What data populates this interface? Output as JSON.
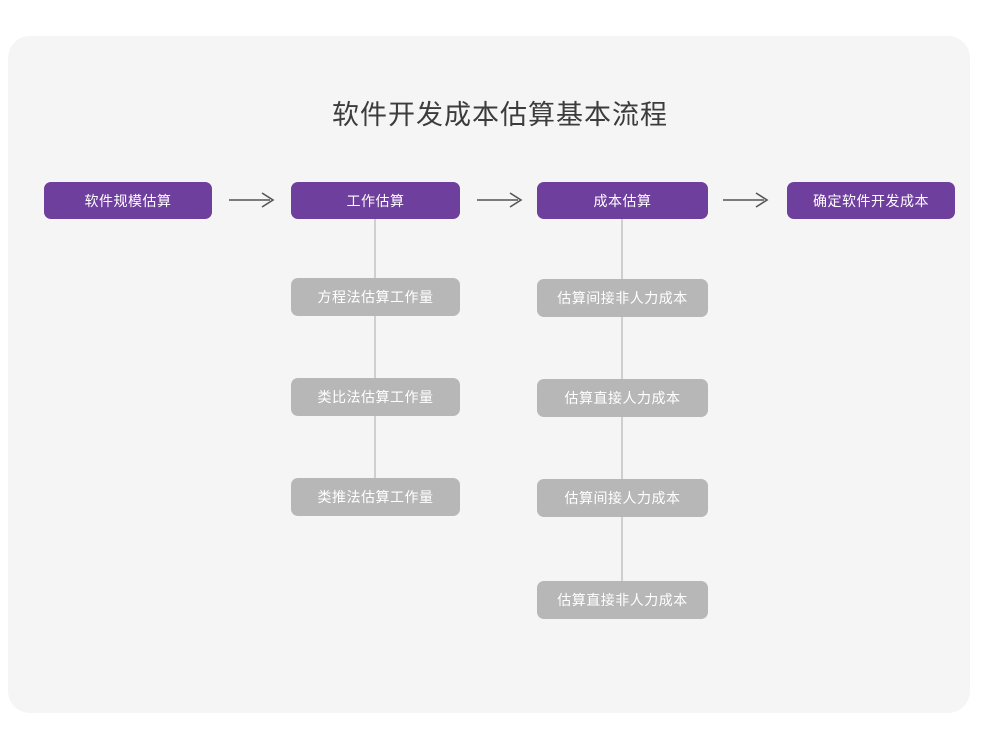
{
  "page": {
    "title": "软件开发成本估算基本流程",
    "background_color": "#ffffff",
    "card_color": "#f5f5f5"
  },
  "theme": {
    "primary_color": "#6f3f9e",
    "secondary_color": "#b7b7b7",
    "connector_color": "#cfcfcf",
    "arrow_color": "#555555",
    "title_color": "#3c3c3c",
    "node_text_color": "#ffffff"
  },
  "flow": {
    "stages": [
      {
        "id": "stage-1",
        "label": "软件规模估算",
        "sub_steps": []
      },
      {
        "id": "stage-2",
        "label": "工作估算",
        "sub_steps": [
          "方程法估算工作量",
          "类比法估算工作量",
          "类推法估算工作量"
        ]
      },
      {
        "id": "stage-3",
        "label": "成本估算",
        "sub_steps": [
          "估算间接非人力成本",
          "估算直接人力成本",
          "估算间接人力成本",
          "估算直接非人力成本"
        ]
      },
      {
        "id": "stage-4",
        "label": "确定软件开发成本",
        "sub_steps": []
      }
    ],
    "arrows": [
      {
        "id": "arrow-1",
        "from": "stage-1",
        "to": "stage-2",
        "glyph": "right-arrow"
      },
      {
        "id": "arrow-2",
        "from": "stage-2",
        "to": "stage-3",
        "glyph": "right-arrow"
      },
      {
        "id": "arrow-3",
        "from": "stage-3",
        "to": "stage-4",
        "glyph": "right-arrow"
      }
    ]
  }
}
